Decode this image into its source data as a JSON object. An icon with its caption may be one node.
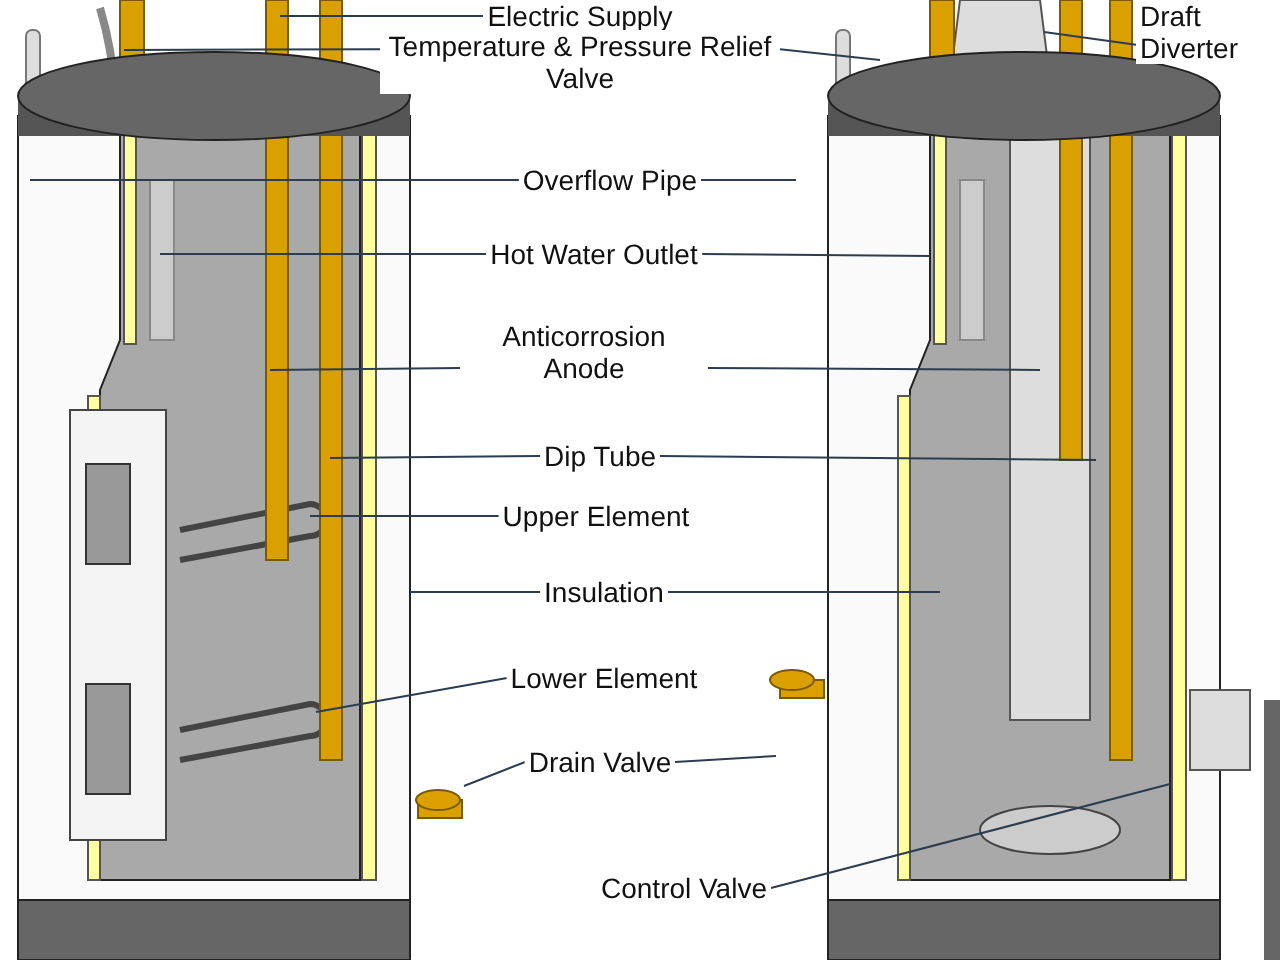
{
  "diagram": {
    "nodes": [
      {
        "text": [
          "Electric Supply"
        ]
      },
      {
        "text": [
          "Temperature & Pressure Relief Valve"
        ]
      },
      {
        "text": [
          "Draft Diverter"
        ]
      },
      {
        "text": [
          "Overflow Pipe"
        ]
      },
      {
        "text": [
          "Hot Water Outlet"
        ]
      },
      {
        "text": [
          "Anticorrosion Anode"
        ]
      },
      {
        "text": [
          "Dip Tube"
        ]
      },
      {
        "text": [
          "Upper Element"
        ]
      },
      {
        "text": [
          "Insulation"
        ]
      },
      {
        "text": [
          "Lower Element"
        ]
      },
      {
        "text": [
          "Drain Valve"
        ]
      },
      {
        "text": [
          "Control Valve"
        ]
      }
    ],
    "edges": [
      {
        "from": 0,
        "to": null,
        "arrow": "none"
      },
      {
        "from": 1,
        "to": null,
        "arrow": "none"
      },
      {
        "from": 1,
        "to": null,
        "arrow": "none"
      },
      {
        "from": 2,
        "to": null,
        "arrow": "none"
      },
      {
        "from": 3,
        "to": null,
        "arrow": "none"
      },
      {
        "from": 3,
        "to": null,
        "arrow": "none"
      },
      {
        "from": 4,
        "to": null,
        "arrow": "none"
      },
      {
        "from": 4,
        "to": null,
        "arrow": "none"
      },
      {
        "from": 5,
        "to": null,
        "arrow": "none"
      },
      {
        "from": 5,
        "to": null,
        "arrow": "none"
      },
      {
        "from": 6,
        "to": null,
        "arrow": "none"
      },
      {
        "from": 6,
        "to": null,
        "arrow": "none"
      },
      {
        "from": 7,
        "to": null,
        "arrow": "none"
      },
      {
        "from": 8,
        "to": null,
        "arrow": "none"
      },
      {
        "from": 8,
        "to": null,
        "arrow": "none"
      },
      {
        "from": 9,
        "to": null,
        "arrow": "none"
      },
      {
        "from": 10,
        "to": null,
        "arrow": "none"
      },
      {
        "from": 10,
        "to": null,
        "arrow": "none"
      },
      {
        "from": 11,
        "to": null,
        "arrow": "none"
      }
    ]
  }
}
